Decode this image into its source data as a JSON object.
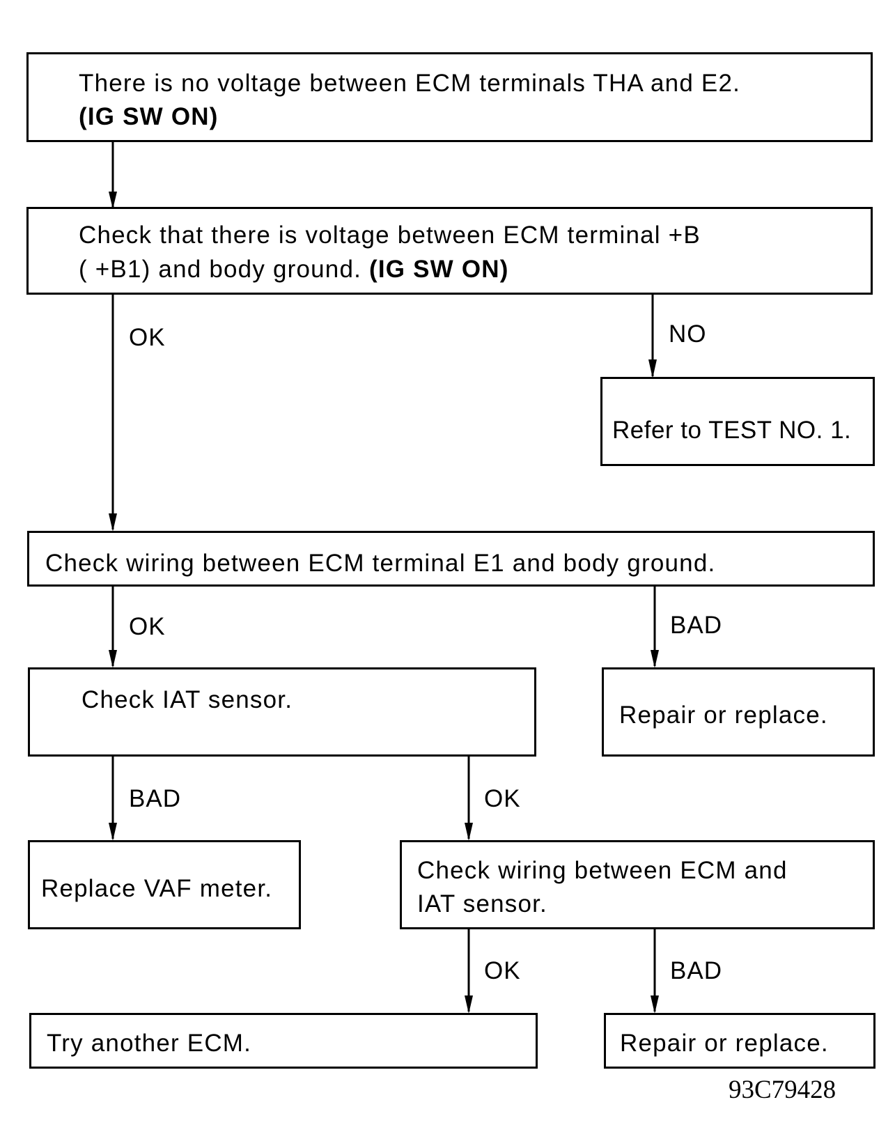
{
  "nodes": {
    "start": {
      "line1": "There is no voltage between ECM terminals THA and E2.",
      "line2": "(IG SW ON)"
    },
    "check_voltage": {
      "line1": "Check that there is voltage between ECM terminal  +B",
      "line2a": "( +B1) and body ground. ",
      "line2b": "(IG SW ON)"
    },
    "refer_test": {
      "text": "Refer to TEST NO. 1."
    },
    "check_e1": {
      "text": "Check wiring between ECM terminal E1 and body ground."
    },
    "check_iat": {
      "text": "Check IAT sensor."
    },
    "repair1": {
      "text": "Repair or replace."
    },
    "replace_vaf": {
      "text": "Replace VAF meter."
    },
    "check_wiring_iat": {
      "line1": "Check wiring between ECM and",
      "line2": "IAT sensor."
    },
    "try_ecm": {
      "text": "Try another ECM."
    },
    "repair2": {
      "text": "Repair or replace."
    }
  },
  "edges": {
    "ok1": "OK",
    "no1": "NO",
    "ok2": "OK",
    "bad1": "BAD",
    "bad2": "BAD",
    "ok3": "OK",
    "ok4": "OK",
    "bad3": "BAD"
  },
  "figure_code": "93C79428"
}
